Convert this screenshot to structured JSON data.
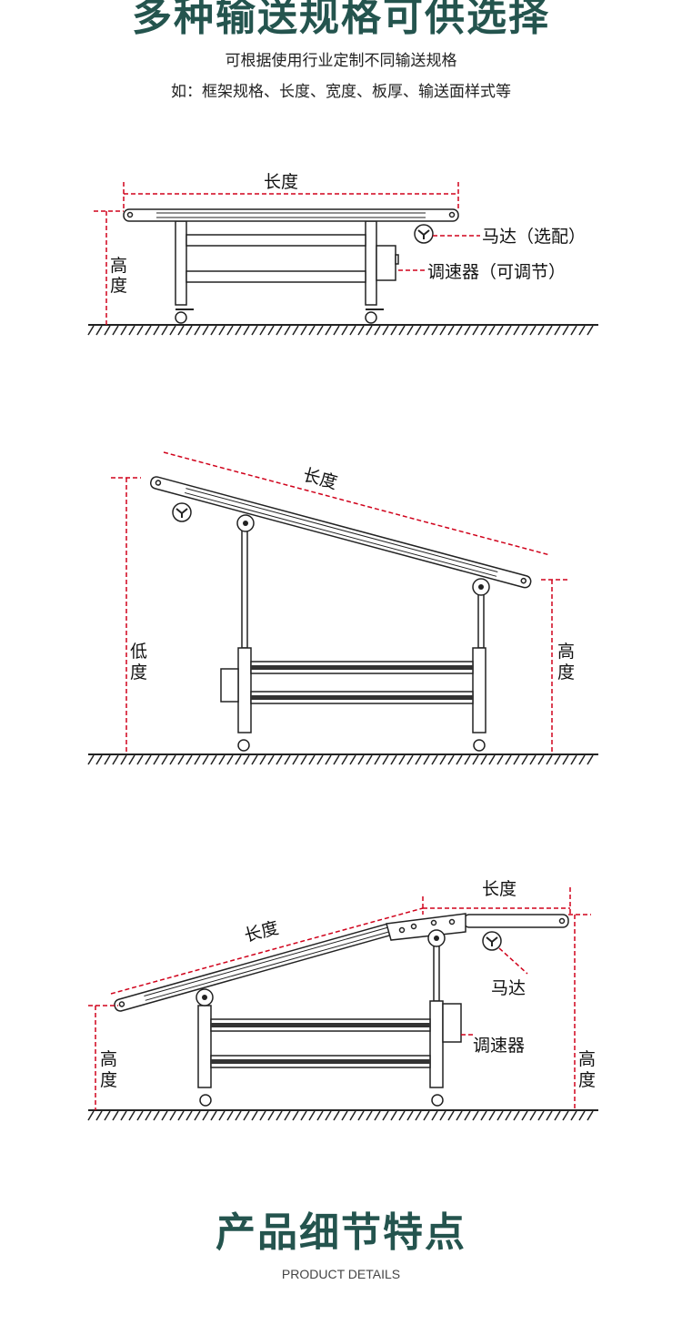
{
  "header": {
    "title": "多种输送规格可供选择",
    "subtitle_1": "可根据使用行业定制不同输送规格",
    "subtitle_2": "如：框架规格、长度、宽度、板厚、输送面样式等"
  },
  "diagram_1": {
    "length_label": "长度",
    "height_label_1": "高",
    "height_label_2": "度",
    "motor_label": "马达（选配）",
    "controller_label": "调速器（可调节）"
  },
  "diagram_2": {
    "length_label": "长度",
    "low_label_1": "低",
    "low_label_2": "度",
    "height_label_1": "高",
    "height_label_2": "度"
  },
  "diagram_3": {
    "incline_length_label": "长度",
    "flat_length_label": "长度",
    "motor_label": "马达",
    "controller_label": "调速器",
    "left_height_label_1": "高",
    "left_height_label_2": "度",
    "right_height_label_1": "高",
    "right_height_label_2": "度"
  },
  "section": {
    "title": "产品细节特点",
    "subtitle": "PRODUCT DETAILS"
  },
  "colors": {
    "title": "#24544e",
    "dimension": "#d0021b"
  }
}
